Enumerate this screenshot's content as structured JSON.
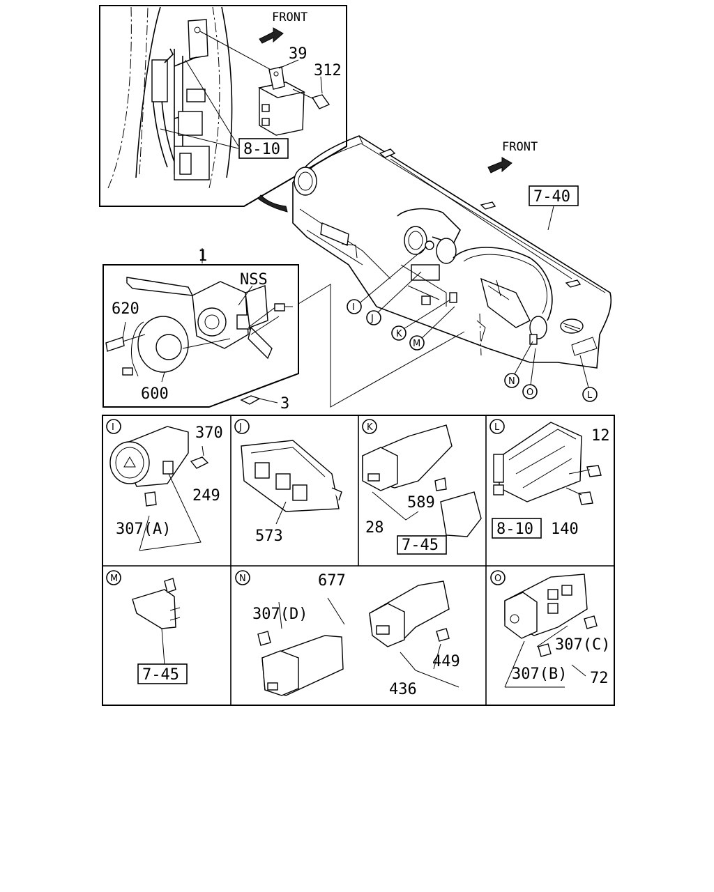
{
  "front_labels": [
    "FRONT",
    "FRONT"
  ],
  "ref_boxes": {
    "top_inset": "8-10",
    "dashboard": "7-40",
    "k_panel": "7-45",
    "l_panel": "8-10",
    "m_panel": "7-45"
  },
  "callouts": {
    "top": [
      "39",
      "312"
    ],
    "switch": [
      "1",
      "NSS",
      "620",
      "600",
      "3"
    ],
    "panel_i": [
      "370",
      "249",
      "307(A)"
    ],
    "panel_j": [
      "573"
    ],
    "panel_k": [
      "589",
      "28"
    ],
    "panel_l": [
      "12",
      "140"
    ],
    "panel_n": [
      "677",
      "307(D)",
      "449",
      "436"
    ],
    "panel_o": [
      "307(C)",
      "307(B)",
      "72"
    ]
  },
  "location_markers": [
    "I",
    "J",
    "K",
    "M",
    "N",
    "O",
    "L"
  ],
  "panel_letters": [
    "I",
    "J",
    "K",
    "L",
    "M",
    "N",
    "O"
  ]
}
